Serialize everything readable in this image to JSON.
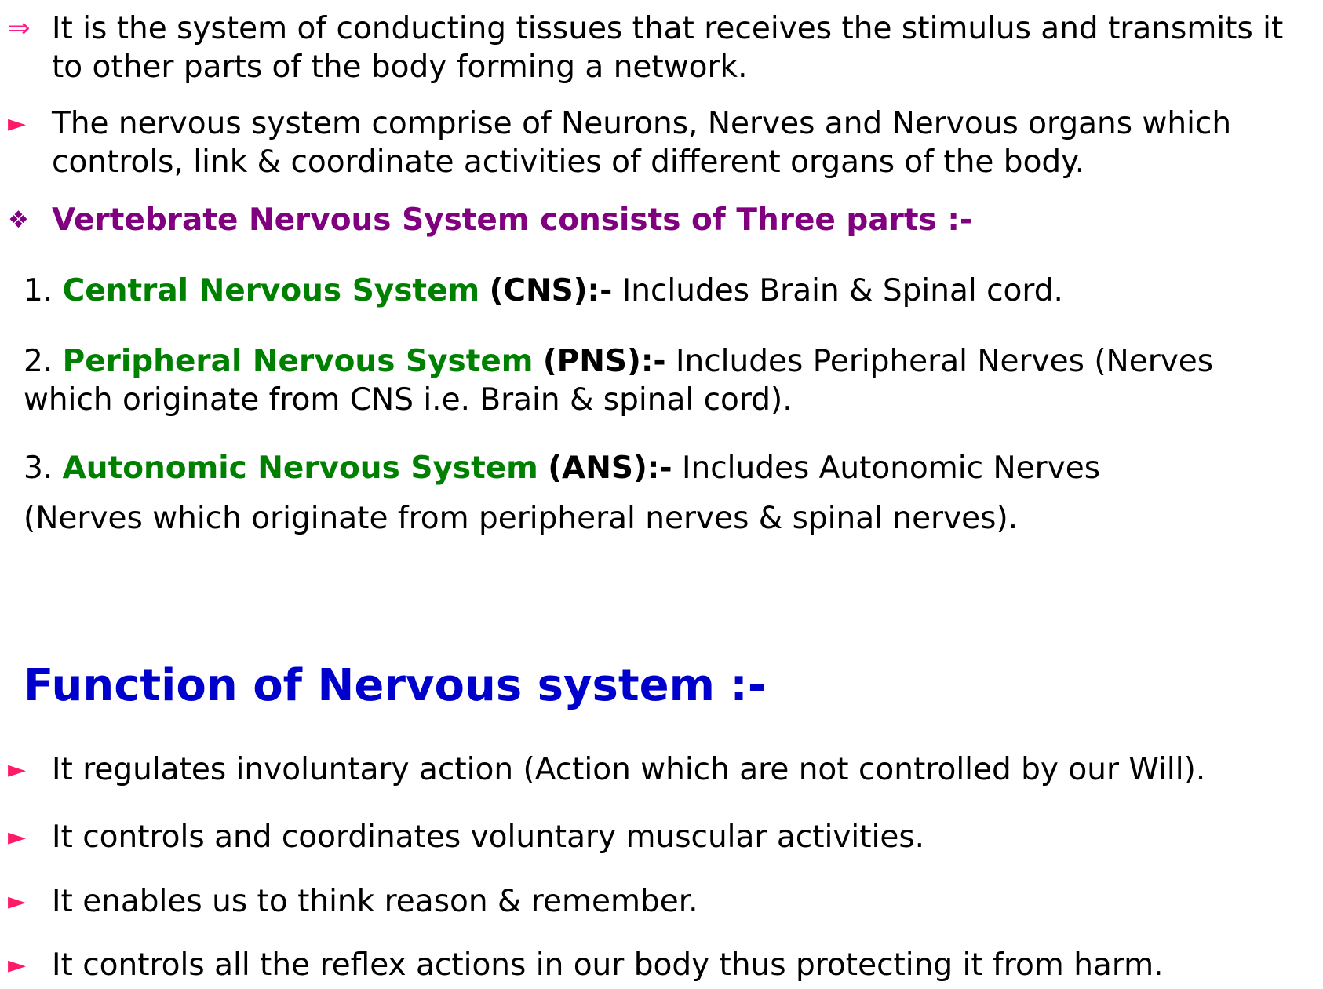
{
  "intro": [
    {
      "marker": "⇒",
      "text": "It is the system of conducting tissues that receives the stimulus and transmits it to other parts of the body forming a network."
    },
    {
      "marker": "►",
      "text": "The nervous system comprise of Neurons, Nerves and Nervous organs which controls, link & coordinate activities of different organs of the body."
    }
  ],
  "subheading": {
    "marker": "❖",
    "text": "Vertebrate Nervous System consists of Three parts :-"
  },
  "parts": [
    {
      "number": "1.",
      "name": "Central Nervous System",
      "abbr": "(CNS):-",
      "description": "Includes Brain & Spinal cord."
    },
    {
      "number": "2.",
      "name": "Peripheral Nervous System",
      "abbr": "(PNS):-",
      "description": "Includes Peripheral Nerves (Nerves which originate from CNS i.e. Brain & spinal cord)."
    },
    {
      "number": "3.",
      "name": "Autonomic Nervous System",
      "abbr": "(ANS):-",
      "description": "Includes Autonomic Nerves",
      "description_line2": "(Nerves which originate from peripheral nerves & spinal nerves)."
    }
  ],
  "functions_heading": "Function of Nervous system :-",
  "functions": [
    {
      "marker": "►",
      "text": "It regulates involuntary action (Action which are not controlled by our Will)."
    },
    {
      "marker": "►",
      "text": "It controls and coordinates voluntary muscular activities."
    },
    {
      "marker": "►",
      "text": "It enables us to think reason & remember."
    },
    {
      "marker": "►",
      "text": "It controls all the reflex actions in our body thus protecting it from harm."
    }
  ]
}
